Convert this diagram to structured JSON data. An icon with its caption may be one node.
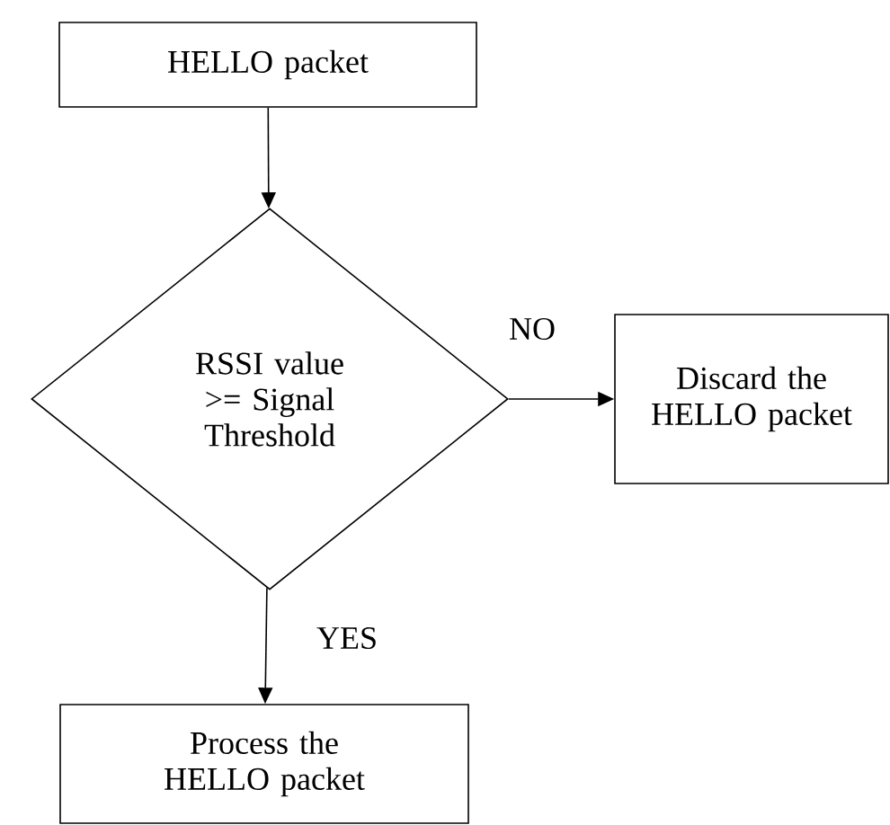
{
  "diagram": {
    "nodes": [
      {
        "text": [
          "HELLO packet"
        ]
      },
      {
        "text": [
          "RSSI value >= Signal Threshold"
        ]
      },
      {
        "text": [
          "Discard the HELLO packet"
        ]
      },
      {
        "text": [
          "Process the HELLO packet"
        ]
      }
    ],
    "edges": [
      {
        "from": 0,
        "to": 1,
        "arrow": "to"
      },
      {
        "from": 1,
        "to": 2,
        "arrow": "to",
        "label": "NO"
      },
      {
        "from": 1,
        "to": 3,
        "arrow": "to",
        "label": "YES"
      }
    ]
  }
}
